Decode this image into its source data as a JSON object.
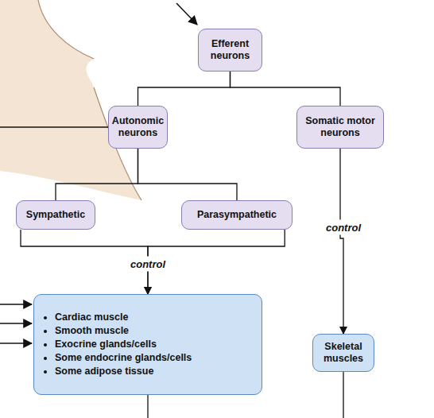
{
  "diagram": {
    "nodes": [
      {
        "text": [
          "Efferent neurons"
        ]
      },
      {
        "text": [
          "Autonomic neurons"
        ]
      },
      {
        "text": [
          "Somatic motor neurons"
        ]
      },
      {
        "text": [
          "Sympathetic"
        ]
      },
      {
        "text": [
          "Parasympathetic"
        ]
      },
      {
        "text": [
          "Cardiac muscle",
          "Smooth muscle",
          "Exocrine glands/cells",
          "Some endocrine glands/cells",
          "Some adipose tissue"
        ]
      },
      {
        "text": [
          "Skeletal muscles"
        ]
      }
    ],
    "edges": [
      {
        "from": 0,
        "to": 1,
        "arrow": "none"
      },
      {
        "from": 0,
        "to": 2,
        "arrow": "none"
      },
      {
        "from": 1,
        "to": 3,
        "arrow": "none"
      },
      {
        "from": 1,
        "to": 4,
        "arrow": "none"
      },
      {
        "from": 3,
        "to": 5,
        "label": "control",
        "arrow": "to"
      },
      {
        "from": 4,
        "to": 5,
        "arrow": "to"
      },
      {
        "from": 2,
        "to": 6,
        "label": "control",
        "arrow": "to"
      }
    ]
  }
}
